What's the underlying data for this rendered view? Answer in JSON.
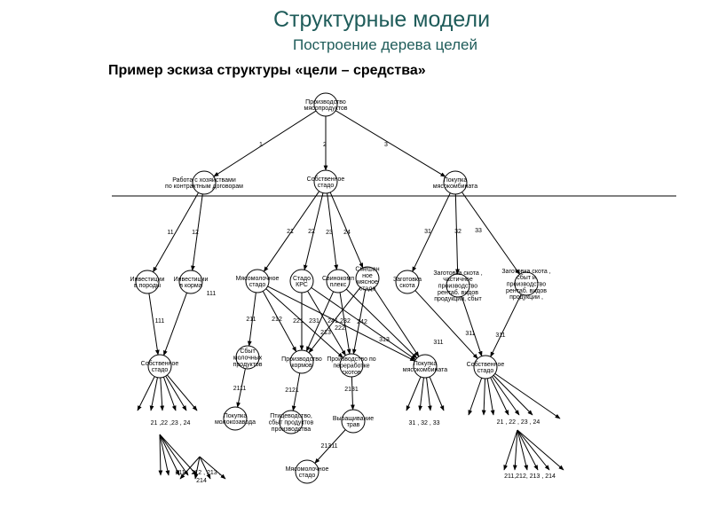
{
  "slide": {
    "title": "Структурные модели",
    "subtitle": "Построение дерева целей",
    "heading": "Пример эскиза структуры «цели – средства»"
  },
  "colors": {
    "title": "#1f5c5a",
    "lines": "#000000"
  },
  "diagram": {
    "nodes": [
      {
        "id": "root",
        "lines": [
          "Производство",
          "мясопродуктов"
        ]
      },
      {
        "id": "n1",
        "lines": [
          "Работа с хозяйствами",
          "по контрактным договорам"
        ]
      },
      {
        "id": "n2",
        "lines": [
          "Собственное",
          "стадо"
        ]
      },
      {
        "id": "n3",
        "lines": [
          "Покупка",
          "мясокомбината"
        ]
      },
      {
        "id": "n11",
        "lines": [
          "Инвестиции",
          "в породы"
        ]
      },
      {
        "id": "n12",
        "lines": [
          "Инвестиции",
          "в корма"
        ]
      },
      {
        "id": "n21",
        "lines": [
          "Мясомолочное",
          "стадо"
        ]
      },
      {
        "id": "n22",
        "lines": [
          "Стадо",
          "КРС"
        ]
      },
      {
        "id": "n23",
        "lines": [
          "Свинокомп",
          "плекс"
        ]
      },
      {
        "id": "n24",
        "lines": [
          "Смешан",
          "ное",
          "мясное",
          "стадо"
        ]
      },
      {
        "id": "n31",
        "lines": [
          "Заготовка",
          "скота"
        ]
      },
      {
        "id": "n32",
        "lines": [
          "Заготовка скота ,",
          "частичное",
          "производство",
          "рентаб. видов",
          "продукции, сбыт"
        ]
      },
      {
        "id": "n33",
        "lines": [
          "Заготовка скота ,",
          "сбыт и",
          "производство",
          "рентаб. видов",
          "продукции ,"
        ]
      },
      {
        "id": "b1",
        "lines": [
          "Собственное",
          "стадо"
        ]
      },
      {
        "id": "b211",
        "lines": [
          "Сбыт",
          "молочных",
          "продуктов"
        ]
      },
      {
        "id": "b212",
        "lines": [
          "Производство",
          "кормов"
        ]
      },
      {
        "id": "b213",
        "lines": [
          "Производство по",
          "переработке",
          "скотов"
        ]
      },
      {
        "id": "b214",
        "lines": [
          "Покупка",
          "мясокомбината"
        ]
      },
      {
        "id": "b3",
        "lines": [
          "Собственное",
          "стадо"
        ]
      },
      {
        "id": "c2111",
        "lines": [
          "Покупка",
          "молокозавода"
        ]
      },
      {
        "id": "c2121",
        "lines": [
          "Птицеводство,",
          "сбыт продуктов",
          "производства"
        ]
      },
      {
        "id": "c2131",
        "lines": [
          "Выращивание",
          "трав"
        ]
      },
      {
        "id": "d21311",
        "lines": [
          "Мясомолочное",
          "стадо"
        ]
      }
    ],
    "edge_labels": {
      "e1": "1",
      "e2": "2",
      "e3": "3",
      "e11": "11",
      "e12": "12",
      "e21": "21",
      "e22": "22",
      "e23": "23",
      "e24": "24",
      "e31": "31",
      "e32": "32",
      "e33": "33",
      "e111a": "111",
      "e111b": "111",
      "e211": "211",
      "e212": "212",
      "e221": "221",
      "e231": "231",
      "e241": "241",
      "e232": "232",
      "e242": "242",
      "e222": "222",
      "e213": "213",
      "e313": "313",
      "e311": "311",
      "e311b": "311",
      "e311c": "311",
      "e2111": "2111",
      "e2121": "2121",
      "e2131": "2131",
      "e21311": "21311"
    },
    "leaf_labels": {
      "l1": "21 ,22 ,23 , 24",
      "l2": "31 , 32 , 33",
      "l3": "21 , 22 , 23 , 24",
      "l4a": "211 ,",
      "l4b": "212 , 213 ,",
      "l4c": "214",
      "l5": "211,212, 213 , 214"
    }
  }
}
